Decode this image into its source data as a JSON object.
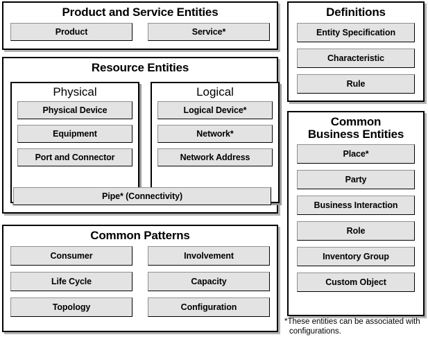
{
  "diagram": {
    "footnote": "*These entities can be associated with configurations.",
    "colors": {
      "box_fill": "#e3e3e3",
      "panel_fill": "#ffffff",
      "border": "#000000",
      "shadow": "#b4b4b4"
    }
  },
  "panels": {
    "product_service": {
      "title": "Product and Service Entities",
      "items": [
        "Product",
        "Service*"
      ]
    },
    "resource": {
      "title": "Resource Entities",
      "physical": {
        "title": "Physical",
        "items": [
          "Physical Device",
          "Equipment",
          "Port and Connector"
        ]
      },
      "logical": {
        "title": "Logical",
        "items": [
          "Logical Device*",
          "Network*",
          "Network Address"
        ]
      },
      "spanning": "Pipe* (Connectivity)"
    },
    "common_patterns": {
      "title": "Common Patterns",
      "left_items": [
        "Consumer",
        "Life Cycle",
        "Topology"
      ],
      "right_items": [
        "Involvement",
        "Capacity",
        "Configuration"
      ]
    },
    "definitions": {
      "title": "Definitions",
      "items": [
        "Entity Specification",
        "Characteristic",
        "Rule"
      ]
    },
    "common_business": {
      "title_line1": "Common",
      "title_line2": "Business Entities",
      "items": [
        "Place*",
        "Party",
        "Business Interaction",
        "Role",
        "Inventory Group",
        "Custom Object"
      ]
    }
  }
}
